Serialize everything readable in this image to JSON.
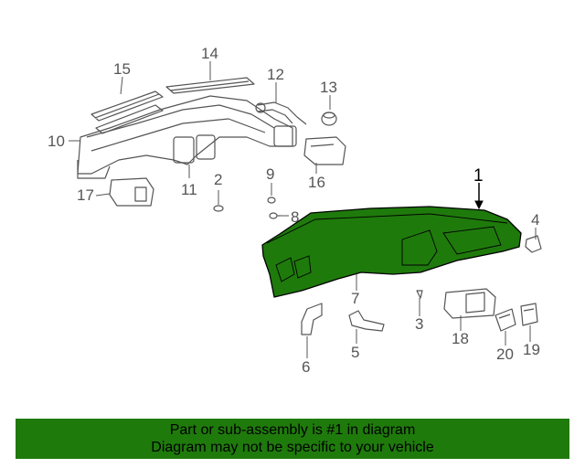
{
  "diagram": {
    "callouts": [
      {
        "id": "1",
        "main": true
      },
      {
        "id": "2"
      },
      {
        "id": "3"
      },
      {
        "id": "4"
      },
      {
        "id": "5"
      },
      {
        "id": "6"
      },
      {
        "id": "7"
      },
      {
        "id": "8"
      },
      {
        "id": "9"
      },
      {
        "id": "10"
      },
      {
        "id": "11"
      },
      {
        "id": "12"
      },
      {
        "id": "13"
      },
      {
        "id": "14"
      },
      {
        "id": "15"
      },
      {
        "id": "16"
      },
      {
        "id": "17"
      },
      {
        "id": "18"
      },
      {
        "id": "19"
      },
      {
        "id": "20"
      }
    ],
    "highlight_color": "#1f7a0c",
    "line_color": "#555555"
  },
  "banner": {
    "line1": "Part or sub-assembly is #1 in diagram",
    "line2": "Diagram may not be specific to your vehicle",
    "background": "#1f7a0c"
  }
}
